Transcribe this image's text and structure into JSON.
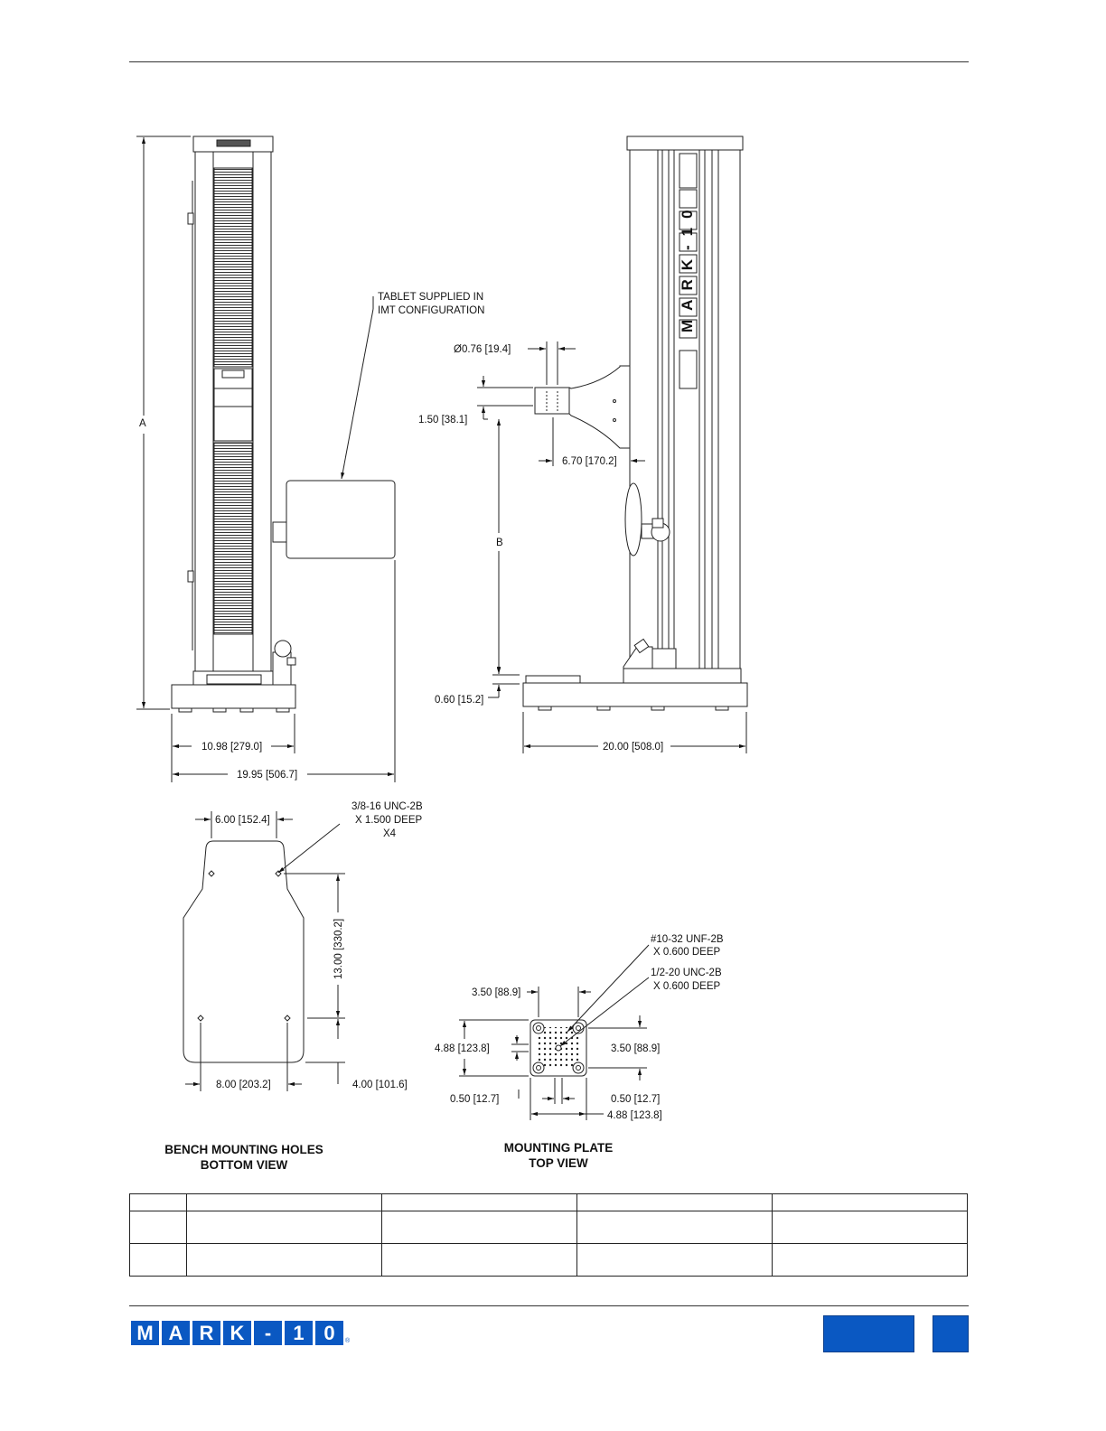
{
  "side_view": {
    "dim_a": "A",
    "dim_width": "10.98 [279.0]",
    "dim_overall": "19.95 [506.7]"
  },
  "tablet_note": {
    "line1": "TABLET SUPPLIED IN",
    "line2": "IMT CONFIGURATION"
  },
  "front_view": {
    "dim_hole": "Ø0.76 [19.4]",
    "dim_arm_height": "1.50 [38.1]",
    "dim_arm_reach": "6.70 [170.2]",
    "dim_b": "B",
    "dim_base": "0.60 [15.2]",
    "dim_width": "20.00 [508.0]",
    "column_label": "MARK-10"
  },
  "bench_holes": {
    "dim_top_span": "6.00 [152.4]",
    "thread_line1": "3/8-16 UNC-2B",
    "thread_line2": "X 1.500 DEEP",
    "thread_line3": "X4",
    "dim_vertical": "13.00 [330.2]",
    "dim_bottom_span": "8.00 [203.2]",
    "dim_bottom_offset": "4.00 [101.6]",
    "title_line1": "BENCH MOUNTING HOLES",
    "title_line2": "BOTTOM VIEW"
  },
  "mounting_plate": {
    "thread1_line1": "#10-32 UNF-2B",
    "thread1_line2": "X 0.600 DEEP",
    "thread2_line1": "1/2-20 UNC-2B",
    "thread2_line2": "X 0.600 DEEP",
    "dim_top": "3.50 [88.9]",
    "dim_left": "4.88 [123.8]",
    "dim_right": "3.50 [88.9]",
    "dim_bottom_left": "0.50 [12.7]",
    "dim_bottom_right": "0.50 [12.7]",
    "dim_bottom": "4.88 [123.8]",
    "title_line1": "MOUNTING PLATE",
    "title_line2": "TOP VIEW"
  },
  "spec_table": {
    "rows": 3,
    "columns": 5
  },
  "footer": {
    "logo_tiles": [
      "M",
      "A",
      "R",
      "K",
      "-",
      "1",
      "0"
    ],
    "logo_mark": "®",
    "brand_color": "#0a58c2"
  }
}
